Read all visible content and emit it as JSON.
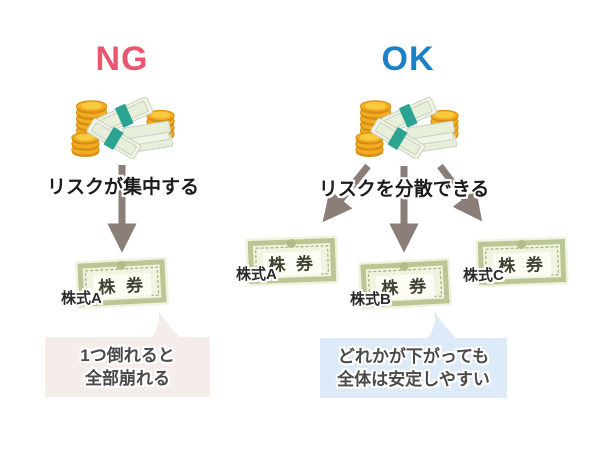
{
  "ng": {
    "heading": "NG",
    "arrow_label": "リスクが集中する",
    "certificate": {
      "title": "株 券",
      "label": "株式A"
    },
    "bubble": {
      "line1": "1つ倒れると",
      "line2": "全部崩れる"
    }
  },
  "ok": {
    "heading": "OK",
    "arrow_label": "リスクを分散できる",
    "certificates": [
      {
        "title": "株 券",
        "label": "株式A"
      },
      {
        "title": "株 券",
        "label": "株式B"
      },
      {
        "title": "株 券",
        "label": "株式C"
      }
    ],
    "bubble": {
      "line1": "どれかが下がっても",
      "line2": "全体は安定しやすい"
    }
  },
  "icons": {
    "money": "money-pile-icon",
    "arrow": "down-arrow-icon"
  },
  "colors": {
    "ng": "#e8566f",
    "ok": "#1d7fc4",
    "arrow": "#8b7d78",
    "label_text": "#2b2b2b",
    "bubble_text": "#4a4a4a",
    "bubble_ng": "#f5edea",
    "bubble_ok": "#dcebf7",
    "cert_bg": "#f1f3e1",
    "cert_border": "#b3bc86",
    "cert_text": "#3e4233",
    "coin": "#f2ac22",
    "coin_top": "#f9ca3e",
    "coin_edge": "#d68f13",
    "bill": "#f0f4e8",
    "bill_edge": "#c9d3ba",
    "band": "#2aa490"
  }
}
